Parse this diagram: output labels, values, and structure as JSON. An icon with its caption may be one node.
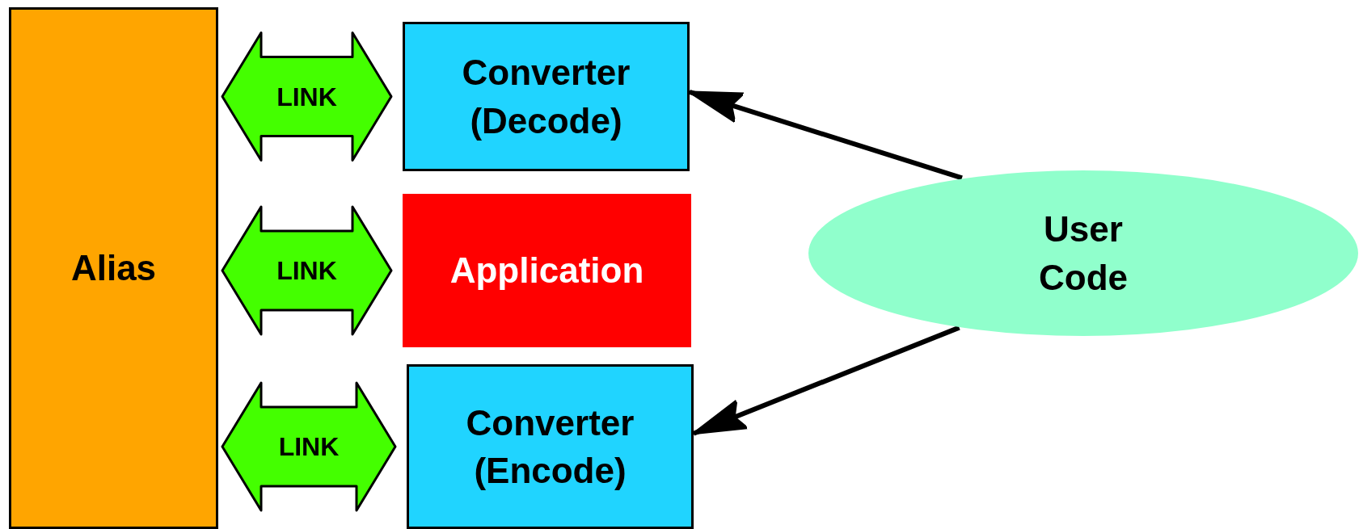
{
  "diagram": {
    "nodes": [
      {
        "text": [
          "Alias"
        ]
      },
      {
        "text": [
          "Converter (Decode)"
        ]
      },
      {
        "text": [
          "Application"
        ]
      },
      {
        "text": [
          "Converter (Encode)"
        ]
      },
      {
        "text": [
          "User Code"
        ]
      }
    ],
    "edges": [
      {
        "from": 0,
        "to": 1,
        "arrow": "both",
        "label": "LINK",
        "style": "thick"
      },
      {
        "from": 0,
        "to": 2,
        "arrow": "both",
        "label": "LINK",
        "style": "thick"
      },
      {
        "from": 0,
        "to": 3,
        "arrow": "both",
        "label": "LINK",
        "style": "thick"
      },
      {
        "from": 4,
        "to": 1,
        "arrow": "to"
      },
      {
        "from": 4,
        "to": 3,
        "arrow": "to"
      }
    ]
  }
}
